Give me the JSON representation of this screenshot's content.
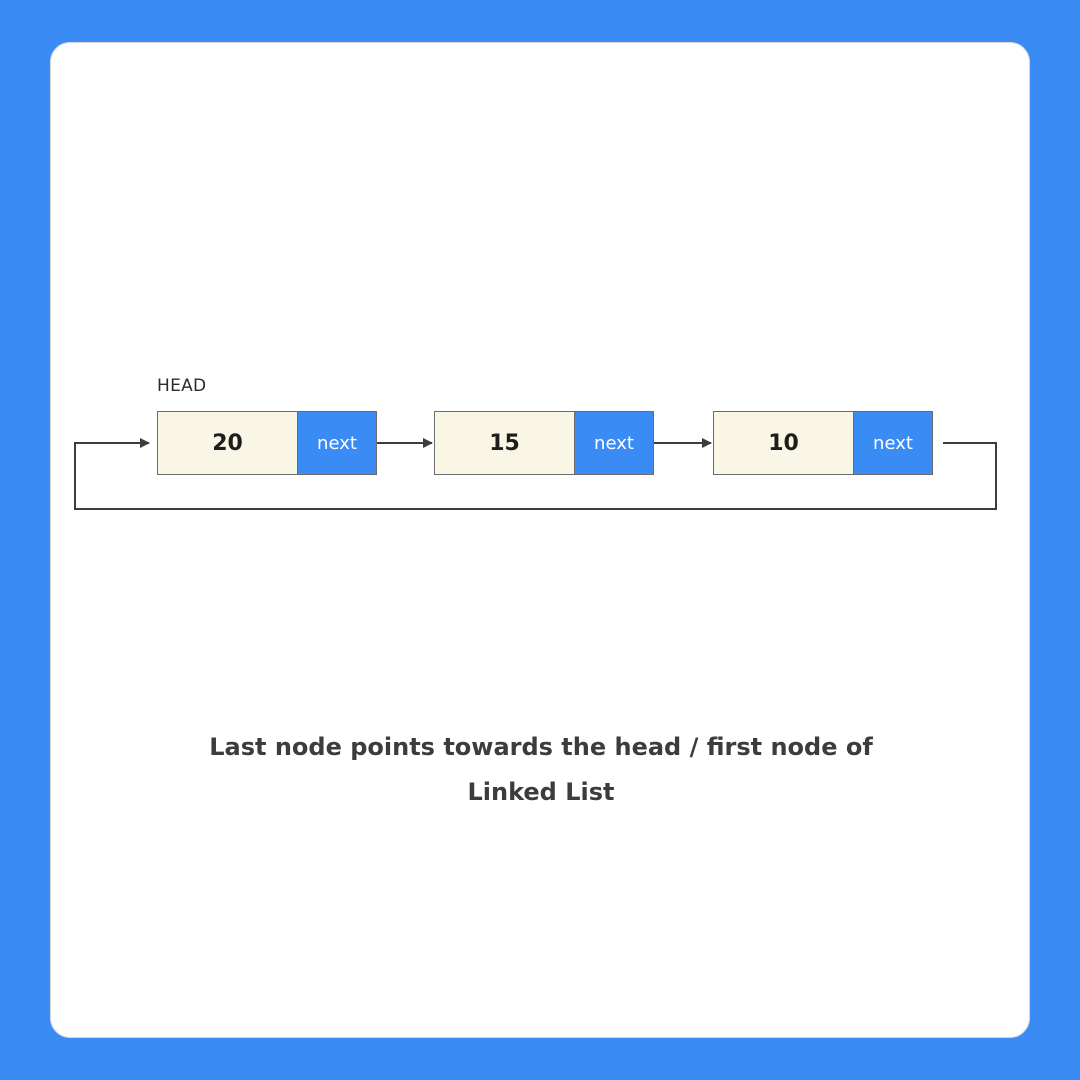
{
  "head_label": "HEAD",
  "nodes": [
    {
      "value": "20",
      "pointer": "next"
    },
    {
      "value": "15",
      "pointer": "next"
    },
    {
      "value": "10",
      "pointer": "next"
    }
  ],
  "caption": "Last node points towards the head / first node of\nLinked List",
  "colors": {
    "background": "#3a8bf4",
    "node_data_fill": "#f9f6e6",
    "pointer_fill": "#3a8bf4",
    "arrow": "#3d3d3d",
    "caption_text": "#3c3c3c"
  }
}
